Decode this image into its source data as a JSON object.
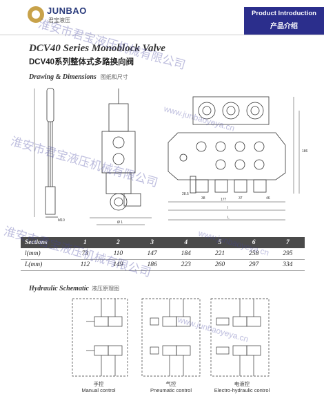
{
  "header": {
    "brand": "JUNBAO",
    "brand_zh": "君宝液压",
    "tab_en": "Product Introduction",
    "tab_zh": "产品介绍"
  },
  "title": {
    "en": "DCV40 Series Monoblock Valve",
    "zh": "DCV40系列整体式多路换向阀"
  },
  "drawing_section": {
    "title_en": "Drawing & Dimensions",
    "title_zh": "图纸和尺寸"
  },
  "table": {
    "headers": [
      "Sections",
      "1",
      "2",
      "3",
      "4",
      "5",
      "6",
      "7"
    ],
    "rows": [
      {
        "label": "l(mm)",
        "values": [
          "73",
          "110",
          "147",
          "184",
          "221",
          "258",
          "295"
        ]
      },
      {
        "label": "L(mm)",
        "values": [
          "112",
          "149",
          "186",
          "223",
          "260",
          "297",
          "334"
        ]
      }
    ]
  },
  "hydraulic_section": {
    "title_en": "Hydraulic Schematic",
    "title_zh": "液压原理图"
  },
  "schematics": [
    {
      "zh": "手控",
      "en": "Manual control"
    },
    {
      "zh": "气控",
      "en": "Pneumatic control"
    },
    {
      "zh": "电液控",
      "en": "Electro-hydraulic control"
    }
  ],
  "watermarks": {
    "company": "淮安市君宝液压机械有限公司",
    "site": "www.junbaoyeya.cn"
  },
  "dimension_labels": {
    "l": "l",
    "L": "L",
    "d177": "177",
    "d28": "28.5",
    "d38": "38",
    "d37": "37",
    "d46": "46",
    "d186": "186",
    "d71": "Ø 1",
    "d80": "M10"
  }
}
